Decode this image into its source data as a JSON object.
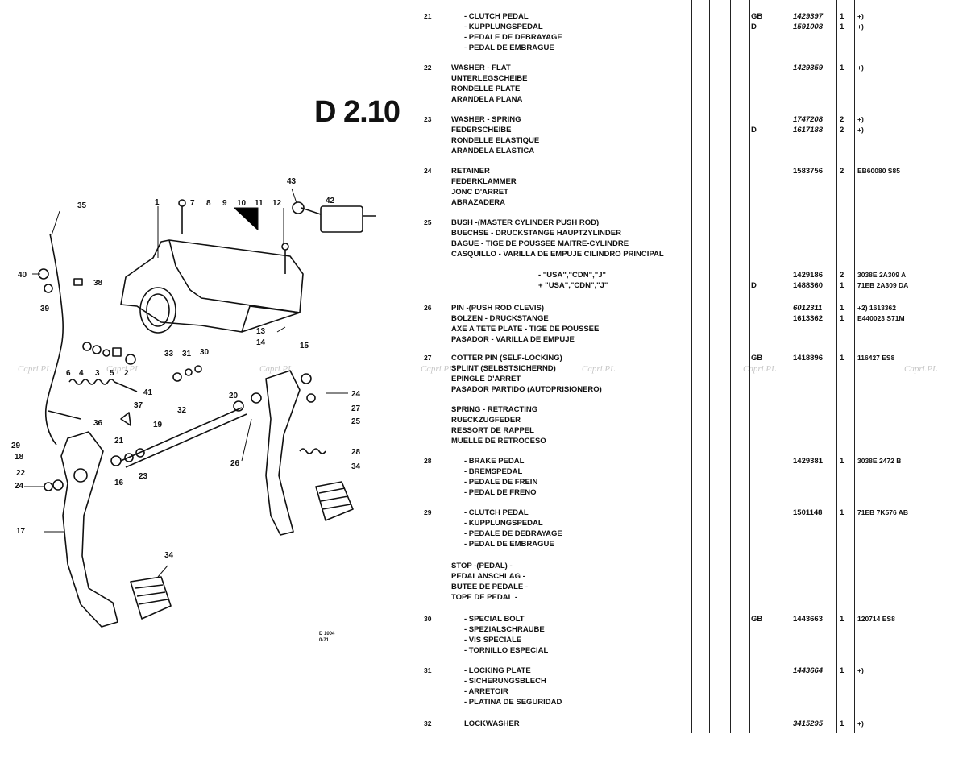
{
  "page_code": "D 2.10",
  "watermark": "Capri.PL",
  "diagram_ref": [
    "D 1004",
    "0-71"
  ],
  "callouts": [
    "1",
    "7",
    "8",
    "9",
    "10",
    "11",
    "12",
    "43",
    "42",
    "35",
    "40",
    "38",
    "39",
    "13",
    "14",
    "15",
    "6",
    "4",
    "3",
    "5",
    "2",
    "33",
    "31",
    "30",
    "32",
    "41",
    "37",
    "36",
    "29",
    "18",
    "22",
    "24",
    "17",
    "21",
    "16",
    "23",
    "19",
    "20",
    "25",
    "26",
    "34",
    "27",
    "28"
  ],
  "entries": [
    {
      "no": "21",
      "lines": [
        "- CLUTCH PEDAL",
        "- KUPPLUNGSPEDAL",
        "- PEDALE DE DEBRAYAGE",
        "- PEDAL DE EMBRAGUE"
      ],
      "indent": true,
      "parts": [
        {
          "country": "GB",
          "pn": "1429397",
          "qty": "1",
          "rem": "+)",
          "italic": true
        },
        {
          "country": "D",
          "pn": "1591008",
          "qty": "1",
          "rem": "+)",
          "italic": true
        }
      ]
    },
    {
      "no": "22",
      "lines": [
        "WASHER - FLAT",
        "UNTERLEGSCHEIBE",
        "RONDELLE PLATE",
        "ARANDELA PLANA"
      ],
      "parts": [
        {
          "country": "",
          "pn": "1429359",
          "qty": "1",
          "rem": "+)",
          "italic": true
        }
      ]
    },
    {
      "no": "23",
      "lines": [
        "WASHER - SPRING",
        "FEDERSCHEIBE",
        "RONDELLE ELASTIQUE",
        "ARANDELA ELASTICA"
      ],
      "parts": [
        {
          "country": "",
          "pn": "1747208",
          "qty": "2",
          "rem": "+)",
          "italic": true
        },
        {
          "country": "D",
          "pn": "1617188",
          "qty": "2",
          "rem": "+)",
          "italic": true
        }
      ]
    },
    {
      "no": "24",
      "lines": [
        "RETAINER",
        "FEDERKLAMMER",
        "JONC D'ARRET",
        "ABRAZADERA"
      ],
      "parts": [
        {
          "country": "",
          "pn": "1583756",
          "qty": "2",
          "rem": "EB60080 S85",
          "italic": false
        }
      ]
    },
    {
      "no": "25",
      "lines": [
        "BUSH -(MASTER CYLINDER PUSH ROD)",
        "BUECHSE - DRUCKSTANGE HAUPTZYLINDER",
        "BAGUE - TIGE DE POUSSEE MAITRE-CYLINDRE",
        "CASQUILLO - VARILLA DE EMPUJE CILINDRO PRINCIPAL"
      ],
      "parts": [
        {
          "label": "- \"USA\",\"CDN\",\"J\"",
          "country": "",
          "pn": "1429186",
          "qty": "2",
          "rem": "3038E 2A309 A",
          "italic": false
        },
        {
          "label": "+ \"USA\",\"CDN\",\"J\"",
          "country": "D",
          "pn": "1488360",
          "qty": "1",
          "rem": "71EB 2A309 DA",
          "italic": false
        }
      ]
    },
    {
      "no": "26",
      "lines": [
        "PIN -(PUSH ROD CLEVIS)",
        "BOLZEN - DRUCKSTANGE",
        "AXE A TETE PLATE - TIGE DE POUSSEE",
        "PASADOR - VARILLA DE EMPUJE"
      ],
      "parts": [
        {
          "country": "",
          "pn": "6012311",
          "qty": "1",
          "rem": "+2) 1613362",
          "italic": true
        },
        {
          "country": "",
          "pn": "1613362",
          "qty": "1",
          "rem": "E440023 S71M",
          "italic": false
        }
      ]
    },
    {
      "no": "27",
      "lines": [
        "COTTER PIN (SELF-LOCKING)",
        "SPLINT (SELBSTSICHERND)",
        "EPINGLE D'ARRET",
        "PASADOR PARTIDO (AUTOPRISIONERO)"
      ],
      "parts": [
        {
          "country": "GB",
          "pn": "1418896",
          "qty": "1",
          "rem": "116427 ES8",
          "italic": false
        }
      ]
    },
    {
      "no": "",
      "lines": [
        "SPRING - RETRACTING",
        "RUECKZUGFEDER",
        "RESSORT DE RAPPEL",
        "MUELLE DE RETROCESO"
      ],
      "parts": []
    },
    {
      "no": "28",
      "lines": [
        "- BRAKE PEDAL",
        "- BREMSPEDAL",
        "- PEDALE DE FREIN",
        "- PEDAL DE FRENO"
      ],
      "indent": true,
      "parts": [
        {
          "country": "",
          "pn": "1429381",
          "qty": "1",
          "rem": "3038E 2472 B",
          "italic": false
        }
      ]
    },
    {
      "no": "29",
      "lines": [
        "- CLUTCH PEDAL",
        "- KUPPLUNGSPEDAL",
        "- PEDALE DE DEBRAYAGE",
        "- PEDAL DE EMBRAGUE"
      ],
      "indent": true,
      "parts": [
        {
          "country": "",
          "pn": "1501148",
          "qty": "1",
          "rem": "71EB 7K576 AB",
          "italic": false
        }
      ]
    },
    {
      "no": "",
      "lines": [
        "STOP -(PEDAL) -",
        "PEDALANSCHLAG -",
        "BUTEE DE PEDALE -",
        "TOPE DE PEDAL -"
      ],
      "parts": []
    },
    {
      "no": "30",
      "lines": [
        "- SPECIAL BOLT",
        "- SPEZIALSCHRAUBE",
        "- VIS SPECIALE",
        "- TORNILLO ESPECIAL"
      ],
      "indent": true,
      "parts": [
        {
          "country": "GB",
          "pn": "1443663",
          "qty": "1",
          "rem": "120714 ES8",
          "italic": false
        }
      ]
    },
    {
      "no": "31",
      "lines": [
        "- LOCKING PLATE",
        "- SICHERUNGSBLECH",
        "- ARRETOIR",
        "- PLATINA DE SEGURIDAD"
      ],
      "indent": true,
      "parts": [
        {
          "country": "",
          "pn": "1443664",
          "qty": "1",
          "rem": "+)",
          "italic": true
        }
      ]
    },
    {
      "no": "32",
      "lines": [
        "LOCKWASHER"
      ],
      "indent": true,
      "parts": [
        {
          "country": "",
          "pn": "3415295",
          "qty": "1",
          "rem": "+)",
          "italic": true
        }
      ]
    }
  ]
}
